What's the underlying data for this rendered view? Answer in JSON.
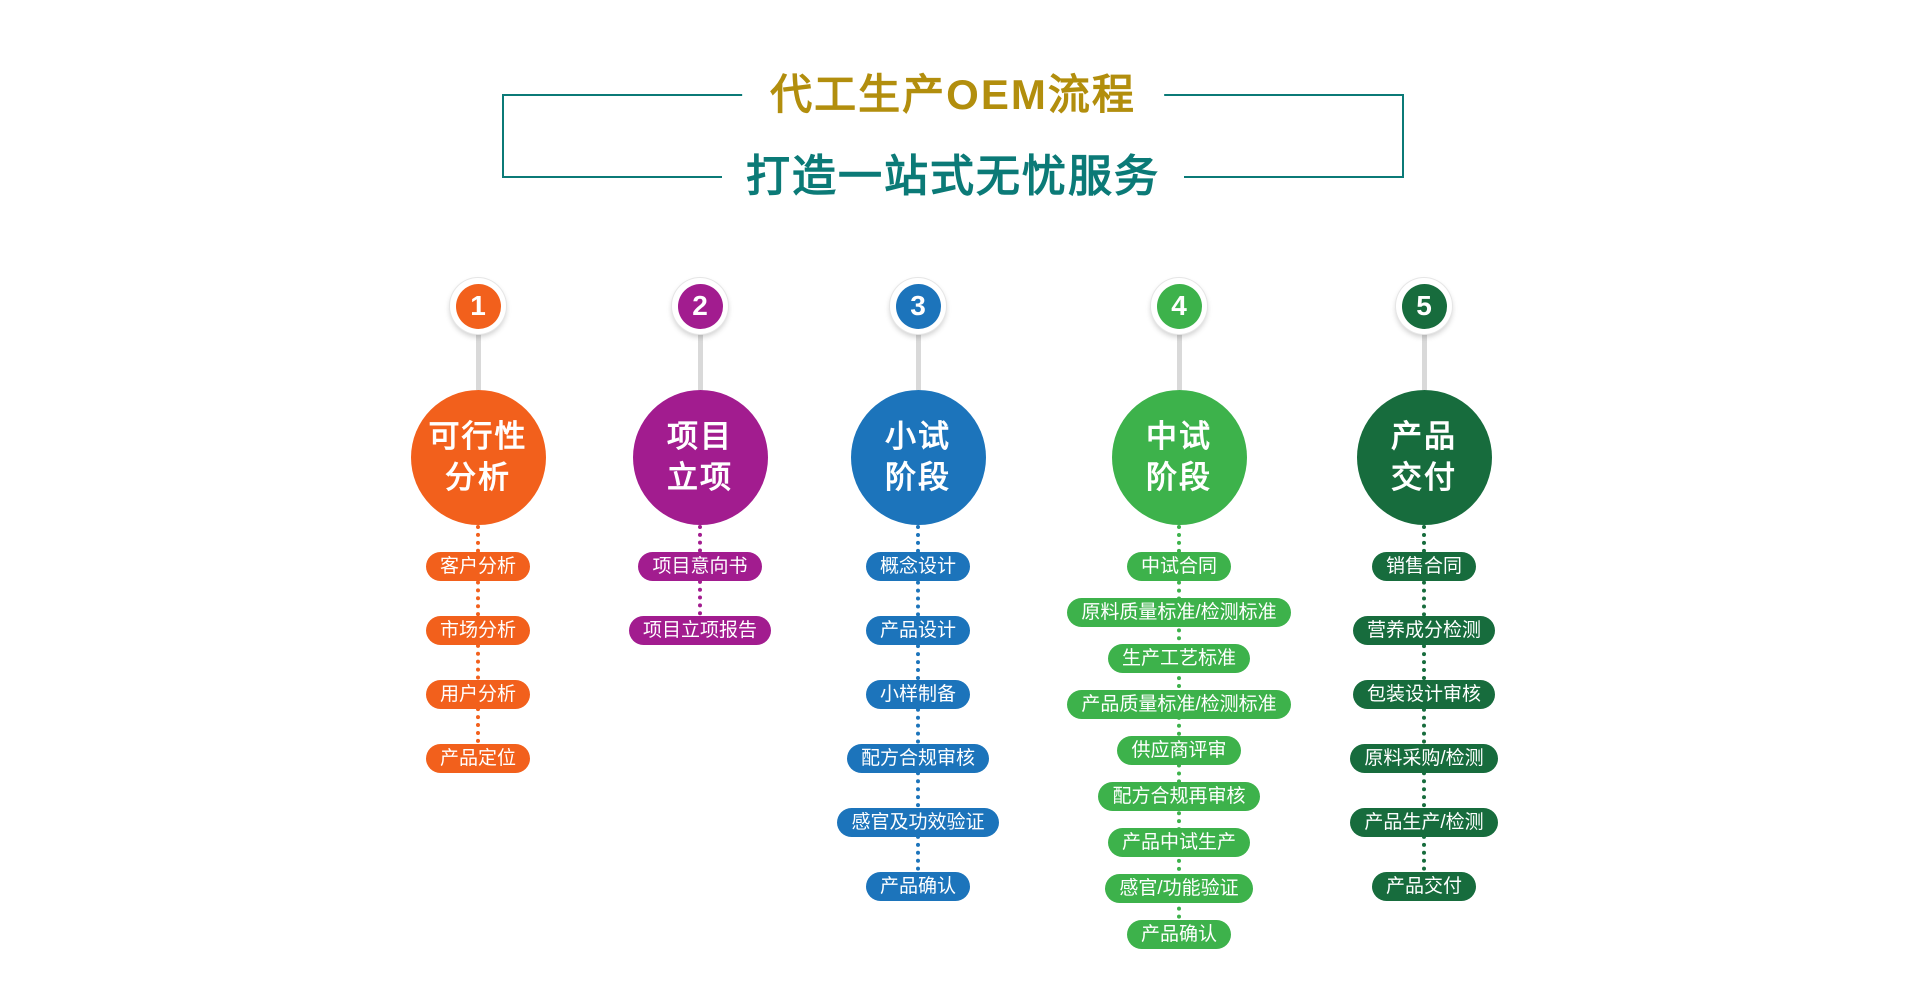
{
  "header": {
    "title": "代工生产OEM流程",
    "subtitle": "打造一站式无忧服务",
    "title_color": "#B28E0D",
    "subtitle_color": "#0B7A77",
    "frame_color": "#0B7A77"
  },
  "columns": [
    {
      "number": "1",
      "stage_line1": "可行性",
      "stage_line2": "分析",
      "color": "#F2601C",
      "items": [
        "客户分析",
        "市场分析",
        "用户分析",
        "产品定位"
      ]
    },
    {
      "number": "2",
      "stage_line1": "项目",
      "stage_line2": "立项",
      "color": "#A21C8F",
      "items": [
        "项目意向书",
        "项目立项报告"
      ]
    },
    {
      "number": "3",
      "stage_line1": "小试",
      "stage_line2": "阶段",
      "color": "#1C74BB",
      "items": [
        "概念设计",
        "产品设计",
        "小样制备",
        "配方合规审核",
        "感官及功效验证",
        "产品确认"
      ]
    },
    {
      "number": "4",
      "stage_line1": "中试",
      "stage_line2": "阶段",
      "color": "#3DB24B",
      "items": [
        "中试合同",
        "原料质量标准/检测标准",
        "生产工艺标准",
        "产品质量标准/检测标准",
        "供应商评审",
        "配方合规再审核",
        "产品中试生产",
        "感官/功能验证",
        "产品确认"
      ]
    },
    {
      "number": "5",
      "stage_line1": "产品",
      "stage_line2": "交付",
      "color": "#176C3D",
      "items": [
        "销售合同",
        "营养成分检测",
        "包装设计审核",
        "原料采购/检测",
        "产品生产/检测",
        "产品交付"
      ]
    }
  ]
}
